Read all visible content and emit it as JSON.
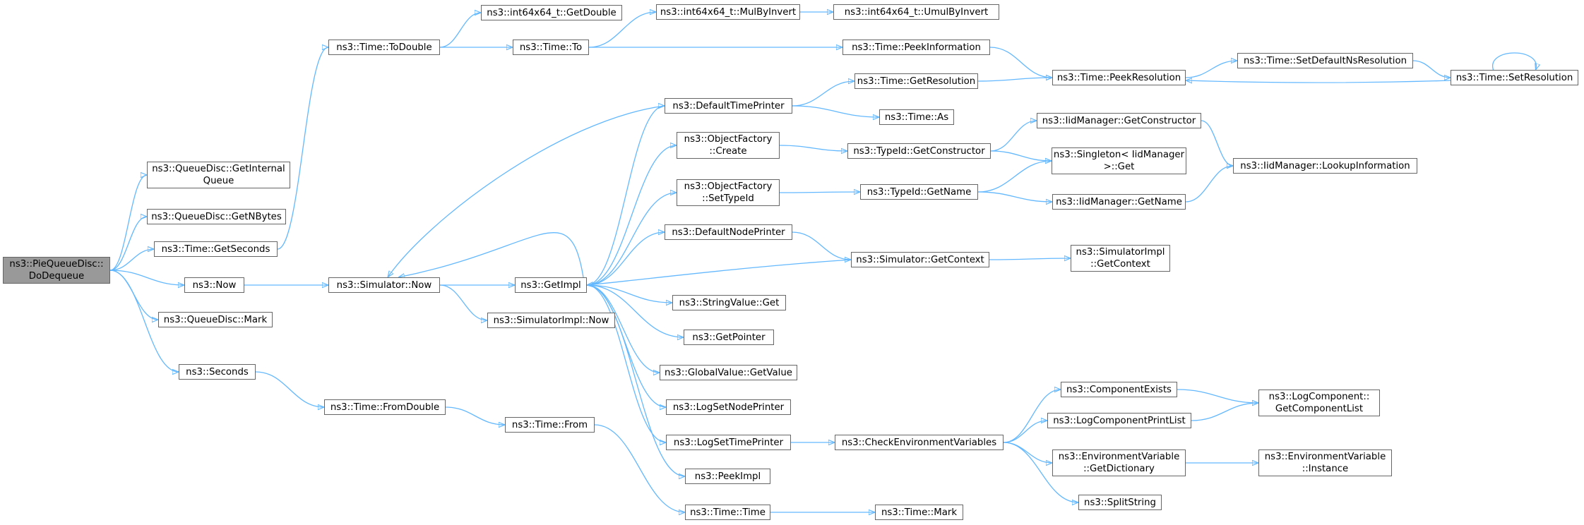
{
  "colors": {
    "edge": "#63b8ff",
    "node_border": "#666666",
    "root_fill": "#999999",
    "node_fill": "#ffffff"
  },
  "nodes": {
    "root": "ns3::PieQueueDisc::\nDoDequeue",
    "get_internal_queue": "ns3::QueueDisc::GetInternal\nQueue",
    "get_nbytes": "ns3::QueueDisc::GetNBytes",
    "time_get_seconds": "ns3::Time::GetSeconds",
    "now": "ns3::Now",
    "queue_disc_mark": "ns3::QueueDisc::Mark",
    "seconds": "ns3::Seconds",
    "time_to_double": "ns3::Time::ToDouble",
    "simulator_now": "ns3::Simulator::Now",
    "time_from_double": "ns3::Time::FromDouble",
    "int64_get_double": "ns3::int64x64_t::GetDouble",
    "time_to": "ns3::Time::To",
    "get_impl": "ns3::GetImpl",
    "simulator_impl_now": "ns3::SimulatorImpl::Now",
    "time_from": "ns3::Time::From",
    "mul_by_invert": "ns3::int64x64_t::MulByInvert",
    "umul_by_invert": "ns3::int64x64_t::UmulByInvert",
    "peek_information": "ns3::Time::PeekInformation",
    "default_time_printer": "ns3::DefaultTimePrinter",
    "object_factory_create": "ns3::ObjectFactory\n::Create",
    "object_factory_set_type_id": "ns3::ObjectFactory\n::SetTypeId",
    "default_node_printer": "ns3::DefaultNodePrinter",
    "string_value_get": "ns3::StringValue::Get",
    "get_pointer": "ns3::GetPointer",
    "global_value_get_value": "ns3::GlobalValue::GetValue",
    "log_set_node_printer": "ns3::LogSetNodePrinter",
    "log_set_time_printer": "ns3::LogSetTimePrinter",
    "peek_impl": "ns3::PeekImpl",
    "time_time": "ns3::Time::Time",
    "time_get_resolution": "ns3::Time::GetResolution",
    "time_as": "ns3::Time::As",
    "type_id_get_constructor": "ns3::TypeId::GetConstructor",
    "type_id_get_name": "ns3::TypeId::GetName",
    "simulator_get_context": "ns3::Simulator::GetContext",
    "check_env_vars": "ns3::CheckEnvironmentVariables",
    "time_mark": "ns3::Time::Mark",
    "peek_resolution": "ns3::Time::PeekResolution",
    "iid_get_constructor": "ns3::IidManager::GetConstructor",
    "singleton_get": "ns3::Singleton< IidManager\n>::Get",
    "iid_get_name": "ns3::IidManager::GetName",
    "simulator_impl_get_context": "ns3::SimulatorImpl\n::GetContext",
    "component_exists": "ns3::ComponentExists",
    "log_component_print_list": "ns3::LogComponentPrintList",
    "env_var_get_dictionary": "ns3::EnvironmentVariable\n::GetDictionary",
    "split_string": "ns3::SplitString",
    "set_default_ns_resolution": "ns3::Time::SetDefaultNsResolution",
    "iid_lookup_information": "ns3::IidManager::LookupInformation",
    "log_component_get_component_list": "ns3::LogComponent::\nGetComponentList",
    "env_var_instance": "ns3::EnvironmentVariable\n::Instance",
    "time_set_resolution": "ns3::Time::SetResolution"
  }
}
